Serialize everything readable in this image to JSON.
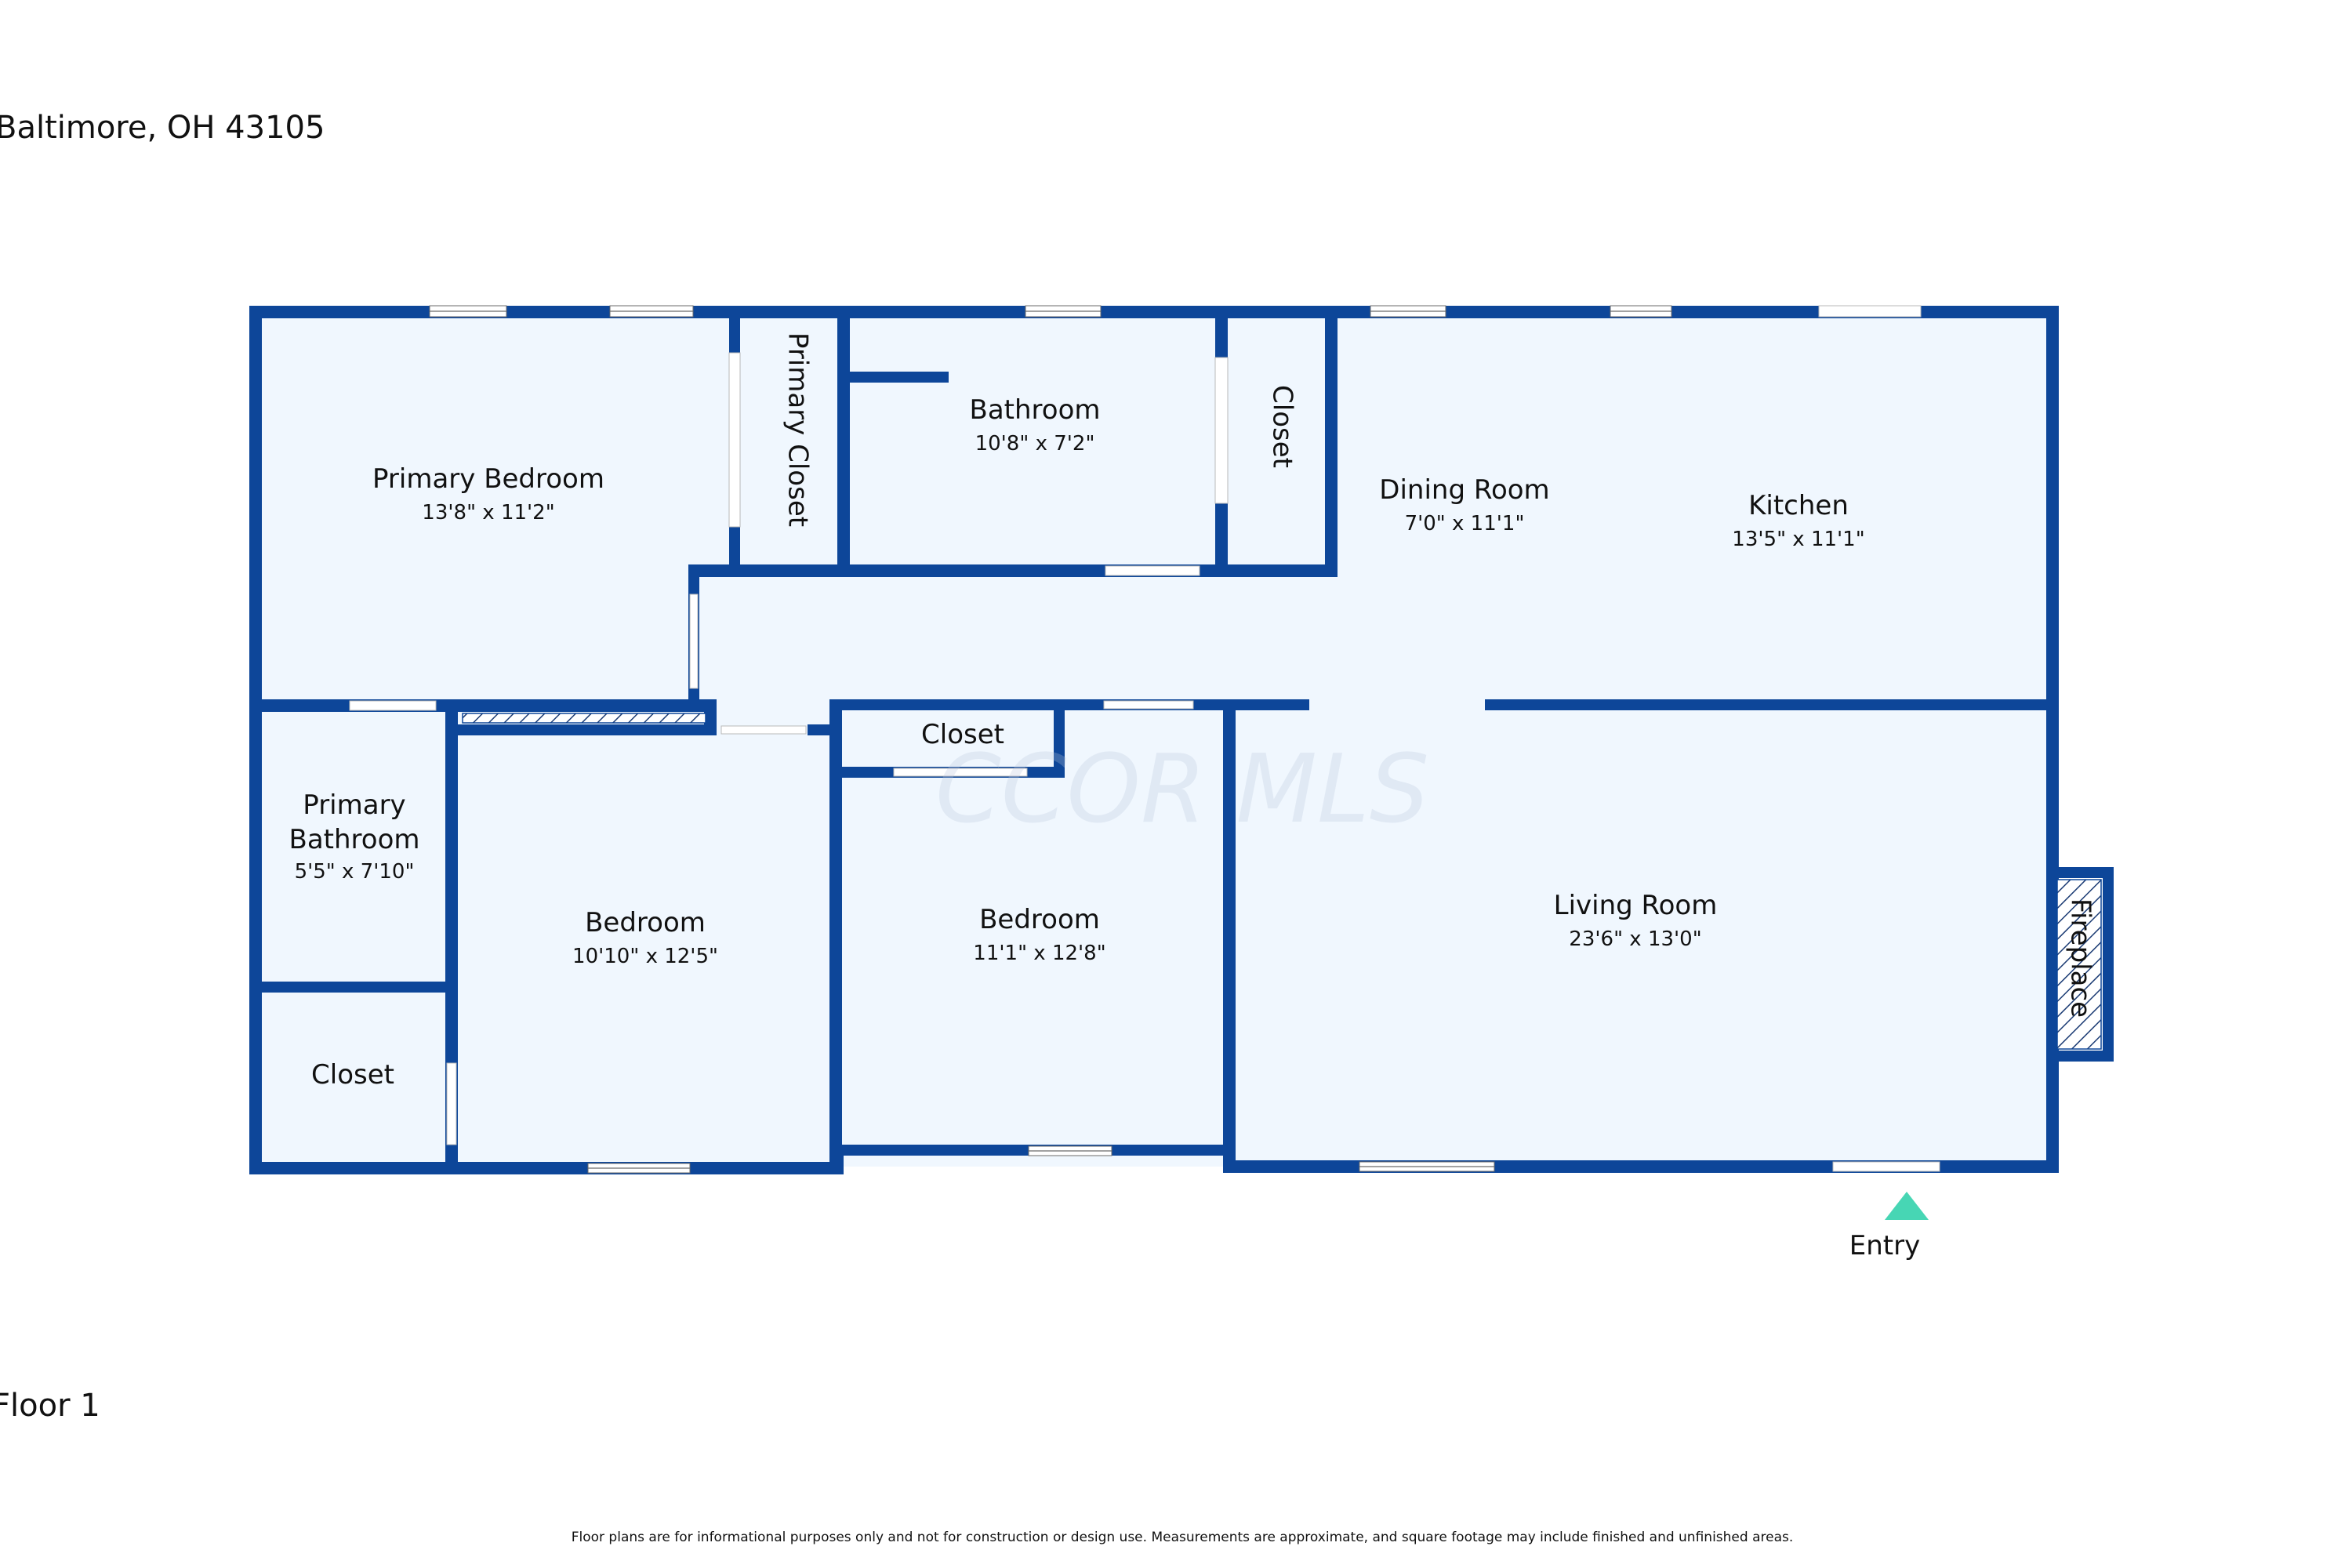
{
  "header": {
    "address": "Baltimore, OH 43105"
  },
  "floor_label": "Floor 1",
  "watermark": "CCOR MLS",
  "disclaimer": "Floor plans are for informational purposes only and not for construction or design use. Measurements are approximate, and square footage may include finished and unfinished areas.",
  "entry": {
    "label": "Entry",
    "color": "#47d6b4"
  },
  "colors": {
    "wall": "#0d4699",
    "room_fill": "#f0f7fe"
  },
  "rooms": {
    "primary_bedroom": {
      "name": "Primary Bedroom",
      "dims": "13'8\" x 11'2\""
    },
    "primary_closet": {
      "name": "Primary Closet"
    },
    "bathroom": {
      "name": "Bathroom",
      "dims": "10'8\" x 7'2\""
    },
    "hall_closet": {
      "name": "Closet"
    },
    "dining_room": {
      "name": "Dining Room",
      "dims": "7'0\" x 11'1\""
    },
    "kitchen": {
      "name": "Kitchen",
      "dims": "13'5\" x 11'1\""
    },
    "primary_bathroom": {
      "name_line1": "Primary",
      "name_line2": "Bathroom",
      "dims": "5'5\" x 7'10\""
    },
    "bedroom_2": {
      "name": "Bedroom",
      "dims": "10'10\" x 12'5\""
    },
    "bedroom_3_closet": {
      "name": "Closet"
    },
    "bedroom_3": {
      "name": "Bedroom",
      "dims": "11'1\" x 12'8\""
    },
    "living_room": {
      "name": "Living Room",
      "dims": "23'6\" x 13'0\""
    },
    "fireplace": {
      "name": "Fireplace"
    },
    "bathroom_closet": {
      "name": "Closet"
    }
  }
}
